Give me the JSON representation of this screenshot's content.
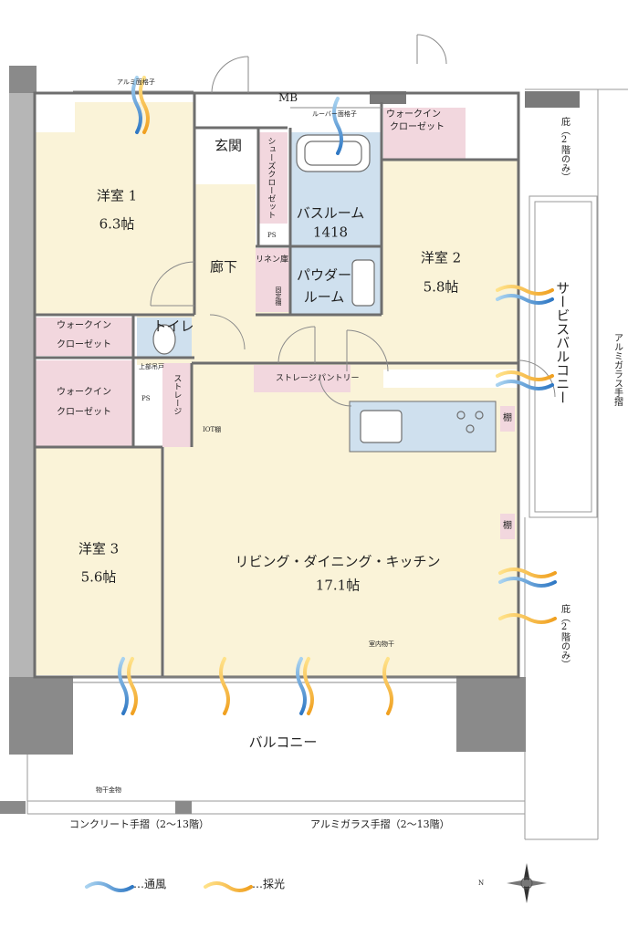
{
  "rooms": {
    "western1": {
      "name": "洋室 1",
      "size": "6.3帖"
    },
    "western2": {
      "name": "洋室 2",
      "size": "5.8帖"
    },
    "western3": {
      "name": "洋室 3",
      "size": "5.6帖"
    },
    "ldk": {
      "name": "リビング・ダイニング・キッチン",
      "size": "17.1帖"
    },
    "bath": {
      "name": "バスルーム",
      "code": "1418"
    },
    "powder": {
      "line1": "パウダー",
      "line2": "ルーム"
    },
    "entrance": "玄関",
    "hallway": "廊下",
    "toilet": "トイレ",
    "balcony": "バルコニー",
    "service_balcony": "サービスバルコニー"
  },
  "storage": {
    "walkin_top": {
      "line1": "ウォークイン",
      "line2": "クローゼット"
    },
    "walkin_left1": {
      "line1": "ウォークイン",
      "line2": "クローゼット"
    },
    "walkin_left2": {
      "line1": "ウォークイン",
      "line2": "クローゼット"
    },
    "shoes_closet": "シューズクローゼット",
    "linen": "リネン庫",
    "fixed_shelf": "固定棚",
    "storage_small": "ストレージ",
    "storage_mid": "ストレージ",
    "pantry": "パントリー",
    "shelf1": "棚",
    "shelf2": "棚",
    "upper_cabinet": "上部吊戸"
  },
  "labels": {
    "mb": "MB",
    "ps1": "PS",
    "ps2": "PS",
    "iot": "IOT棚",
    "alu_lattice": "アルミ面格子",
    "louver_lattice": "ルーバー面格子",
    "eaves_top": "庇（2階のみ）",
    "eaves_bottom": "庇（2階のみ）",
    "alu_glass_rail_side": "アルミガラス手摺",
    "indoor_dryer": "室内物干",
    "dryer_hardware": "物干金物",
    "concrete_rail": "コンクリート手摺（2〜13階）",
    "alu_glass_rail_bottom": "アルミガラス手摺（2〜13階）"
  },
  "legend": {
    "ventilation": "…通風",
    "daylight": "…採光",
    "north": "N"
  },
  "colors": {
    "room_fill": "#faf3d8",
    "closet_fill": "#f2d7de",
    "wet_fill": "#cfe0ee",
    "wall": "#6e6e6e",
    "pillar": "#888888",
    "wind_blue": "#5aa2d8",
    "light_yellow": "#f0b43c"
  }
}
